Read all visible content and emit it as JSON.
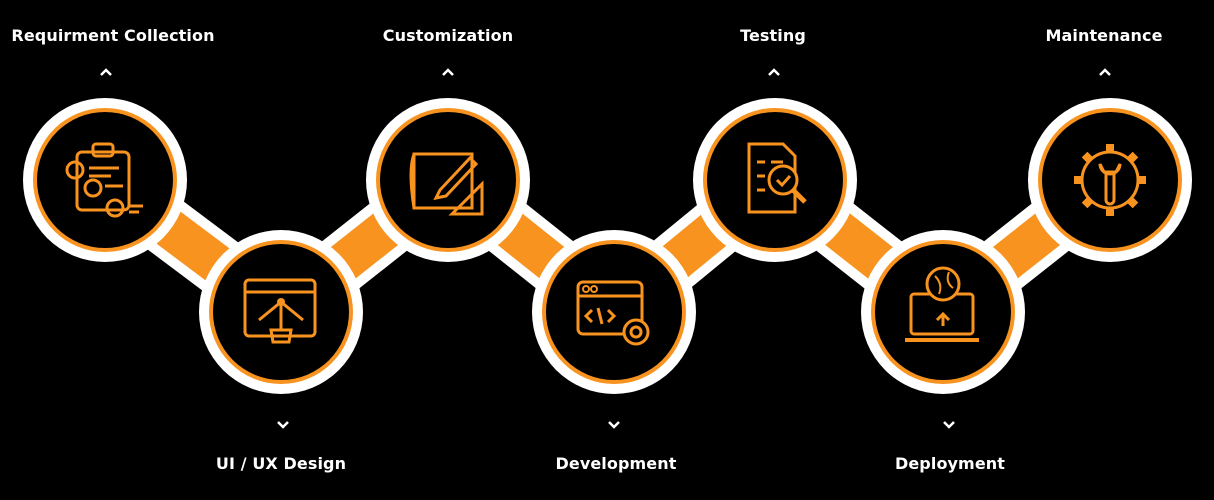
{
  "steps": [
    {
      "label": "Requirment Collection",
      "icon": "clipboard-checklist-icon",
      "pos": "top"
    },
    {
      "label": "UI / UX Design",
      "icon": "browser-pen-tool-icon",
      "pos": "bottom"
    },
    {
      "label": "Customization",
      "icon": "blueprint-pencil-ruler-icon",
      "pos": "top"
    },
    {
      "label": "Development",
      "icon": "code-window-gear-icon",
      "pos": "bottom"
    },
    {
      "label": "Testing",
      "icon": "document-magnifier-check-icon",
      "pos": "top"
    },
    {
      "label": "Deployment",
      "icon": "laptop-globe-upload-icon",
      "pos": "bottom"
    },
    {
      "label": "Maintenance",
      "icon": "gear-wrench-icon",
      "pos": "top"
    }
  ],
  "colors": {
    "background": "#000000",
    "ring": "#ffffff",
    "accent": "#f7931e",
    "text": "#ffffff"
  }
}
